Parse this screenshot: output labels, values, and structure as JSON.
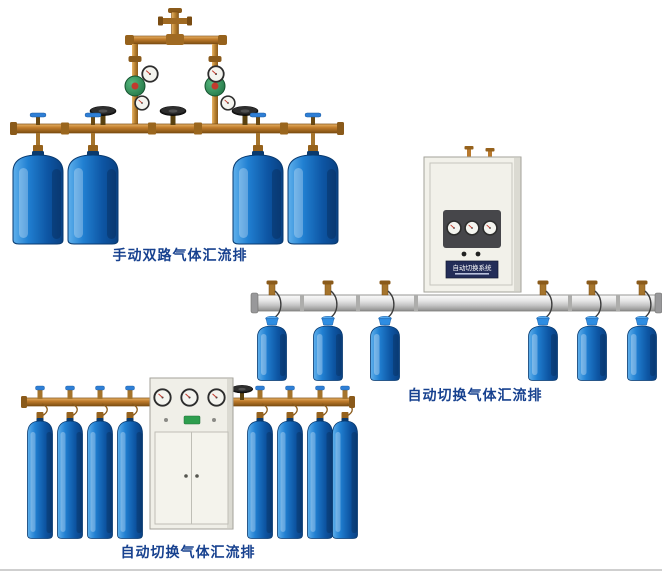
{
  "page": {
    "background": "#ffffff",
    "caption_color": "#17418f"
  },
  "products": [
    {
      "caption": "手动双路气体汇流排"
    },
    {
      "caption": "自动切换气体汇流排",
      "cabinet_label": "自动切换系统"
    },
    {
      "caption": "自动切换气体汇流排"
    }
  ],
  "colors": {
    "cylinder_blue": "#1b76ca",
    "brass_pipe": "#b8812f",
    "steel_pipe": "#c4c4c4",
    "cabinet_body": "#f1f0ea",
    "caption_text": "#17418f"
  }
}
